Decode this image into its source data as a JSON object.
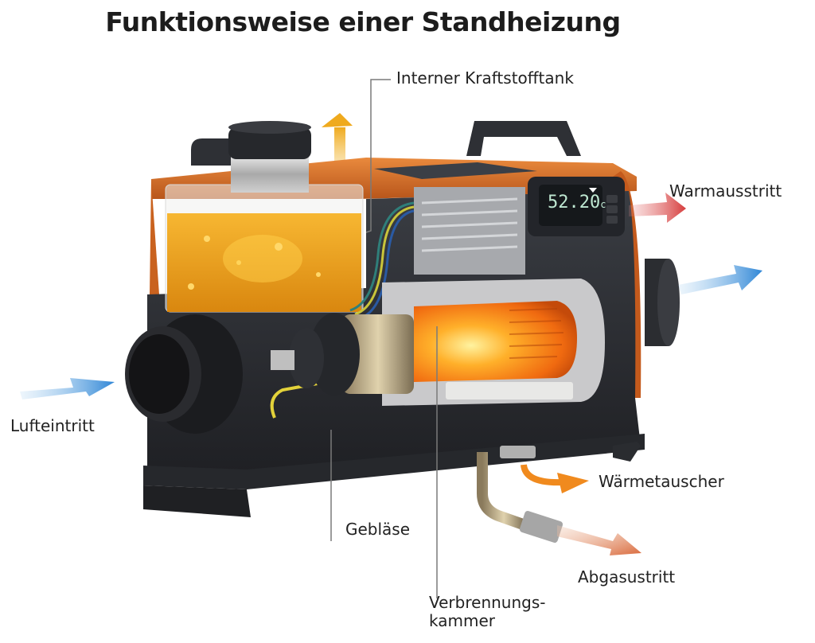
{
  "title": "Funktionsweise einer Standheizung",
  "labels": {
    "fuel_tank": "Interner Kraftstofftank",
    "warm_air_outlet": "Warmausstritt",
    "air_inlet": "Lufteintritt",
    "heat_exchanger": "Wärmetauscher",
    "blower": "Gebläse",
    "exhaust_outlet": "Abgasustritt",
    "combustion_chamber_line1": "Verbrennungs-",
    "combustion_chamber_line2": "kammer"
  },
  "display": {
    "temperature": "52.20",
    "unit": "c"
  },
  "colors": {
    "housing_orange": "#d9702a",
    "housing_dark": "#2b2d31",
    "fuel": "#f2a51c",
    "flame": "#ff8c1a",
    "warm_arrow": "#d94a4a",
    "cool_arrow": "#3b8fd9",
    "heat_arrow": "#f08a1e",
    "exhaust_arrow": "#d9825a",
    "leader_line": "#777777",
    "display_text": "#bfe8d2"
  },
  "arrows": [
    {
      "name": "fuel-vent",
      "direction": "up"
    },
    {
      "name": "warm-air-out",
      "direction": "right"
    },
    {
      "name": "air-out-right",
      "direction": "right"
    },
    {
      "name": "air-in",
      "direction": "right"
    },
    {
      "name": "heat-exchanger",
      "direction": "right-curved"
    },
    {
      "name": "exhaust",
      "direction": "down-right"
    }
  ]
}
